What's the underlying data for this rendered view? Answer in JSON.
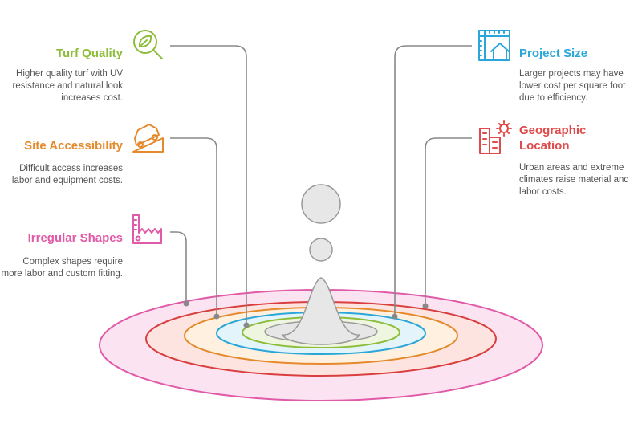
{
  "items": [
    {
      "id": "turf-quality",
      "title": "Turf Quality",
      "description": "Higher quality turf with UV resistance and natural look increases cost.",
      "color": "#8dbd3a",
      "icon": "leaf-magnifier-icon"
    },
    {
      "id": "site-accessibility",
      "title": "Site Accessibility",
      "description": "Difficult access increases labor and equipment costs.",
      "color": "#e58a2c",
      "icon": "car-on-slope-icon"
    },
    {
      "id": "irregular-shapes",
      "title": "Irregular Shapes",
      "description": "Complex shapes require more labor and custom fitting.",
      "color": "#e05aa8",
      "icon": "zigzag-ruler-icon"
    },
    {
      "id": "project-size",
      "title": "Project Size",
      "description": "Larger projects may have lower cost per square foot due to efficiency.",
      "color": "#2aa7d8",
      "icon": "house-blueprint-icon"
    },
    {
      "id": "geographic-location",
      "title": "Geographic Location",
      "description": "Urban areas and extreme climates raise material and labor costs.",
      "color": "#e04a4a",
      "icon": "city-sun-icon"
    }
  ],
  "rings": [
    {
      "name": "irregular-shapes-ring",
      "color": "#e05aa8",
      "fill": "#fce3f1"
    },
    {
      "name": "geographic-location-ring",
      "color": "#d93f3f",
      "fill": "#fde4e0"
    },
    {
      "name": "site-accessibility-ring",
      "color": "#e58a2c",
      "fill": "#fff0df"
    },
    {
      "name": "project-size-ring",
      "color": "#2aa7d8",
      "fill": "#e3f4fb"
    },
    {
      "name": "turf-quality-ring",
      "color": "#8dbd3a",
      "fill": "#eef6df"
    }
  ]
}
